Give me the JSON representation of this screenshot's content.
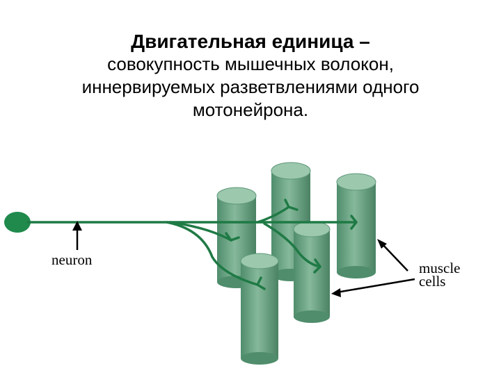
{
  "title": "Двигательная единица –",
  "definition": [
    "совокупность мышечных волокон,",
    "иннервируемых разветвлениями одного",
    "мотонейрона."
  ],
  "diagram": {
    "neuron_label": "neuron",
    "muscle_label": [
      "muscle",
      "cells"
    ],
    "colors": {
      "axon": "#1f7a45",
      "neuron_body": "#1f8a4c",
      "muscle_fill": "#6fa88a",
      "muscle_top": "#8cbfa3"
    }
  }
}
